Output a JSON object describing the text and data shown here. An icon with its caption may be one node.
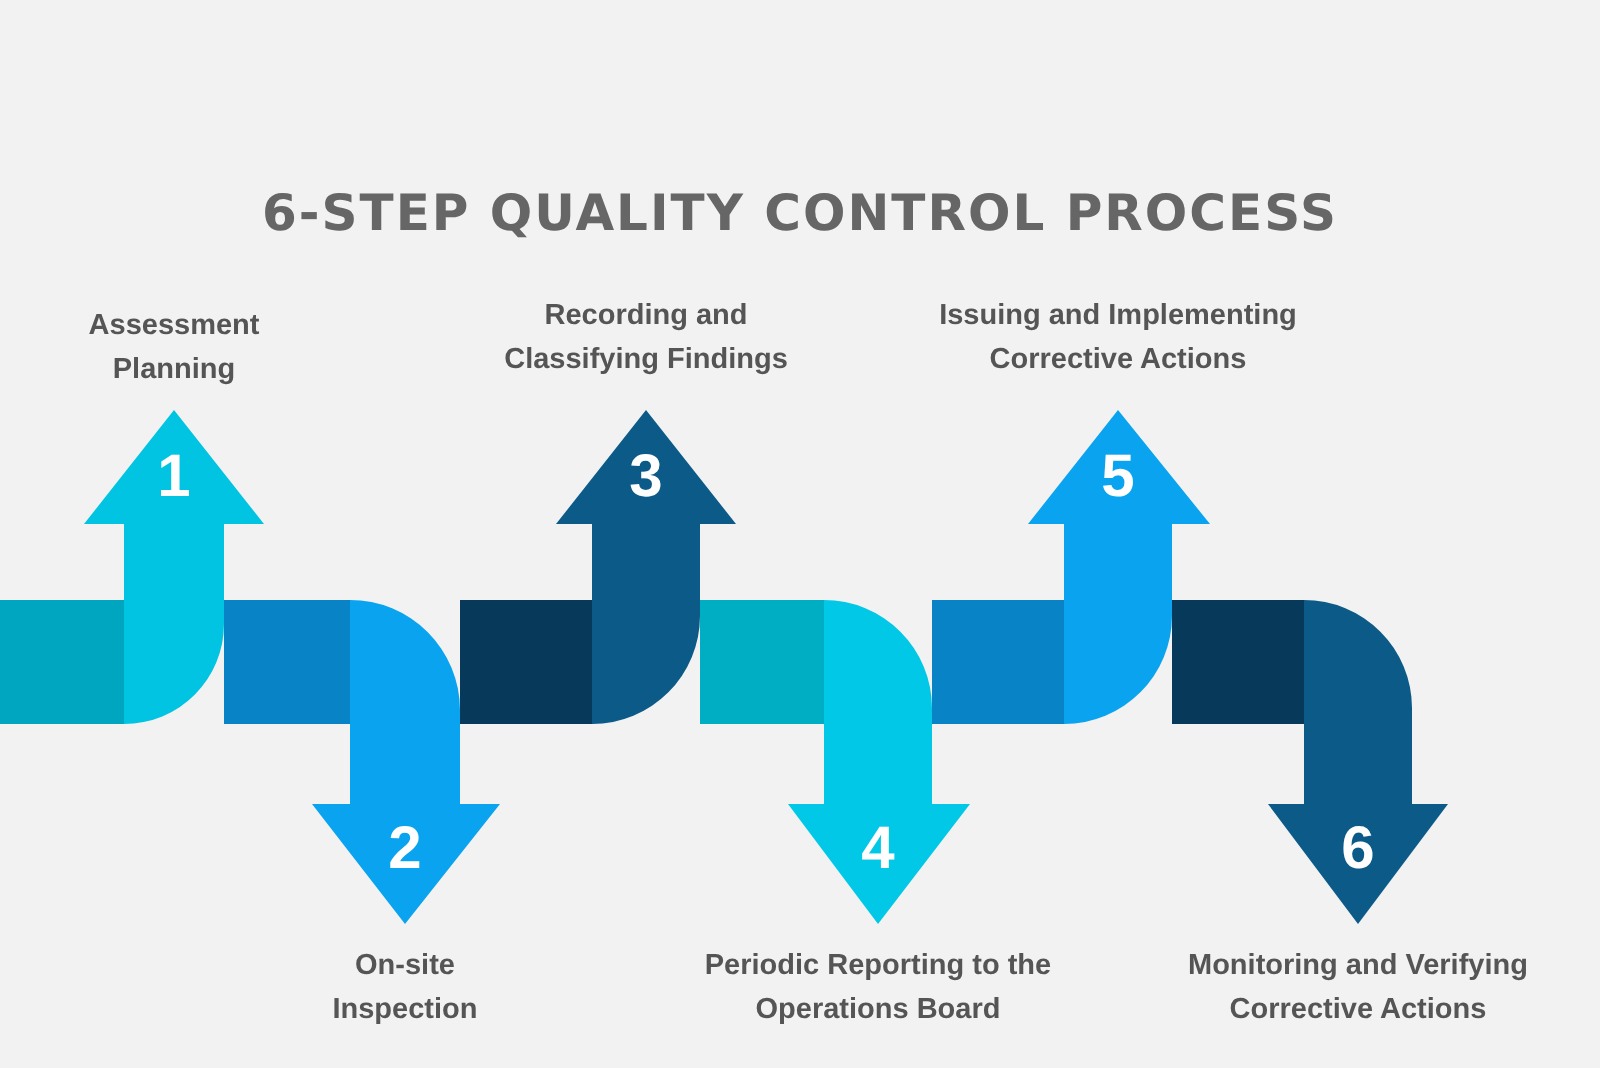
{
  "diagram": {
    "title": "6-STEP QUALITY CONTROL PROCESS",
    "nodes": [
      {
        "text": [
          "1"
        ],
        "beside": [
          "Assessment Planning"
        ]
      },
      {
        "text": [
          "2"
        ],
        "beside": [
          "On-site Inspection"
        ]
      },
      {
        "text": [
          "3"
        ],
        "beside": [
          "Recording and Classifying Findings"
        ]
      },
      {
        "text": [
          "4"
        ],
        "beside": [
          "Periodic Reporting to the Operations Board"
        ]
      },
      {
        "text": [
          "5"
        ],
        "beside": [
          "Issuing and Implementing Corrective Actions"
        ]
      },
      {
        "text": [
          "6"
        ],
        "beside": [
          "Monitoring and Verifying Corrective Actions"
        ]
      }
    ]
  }
}
